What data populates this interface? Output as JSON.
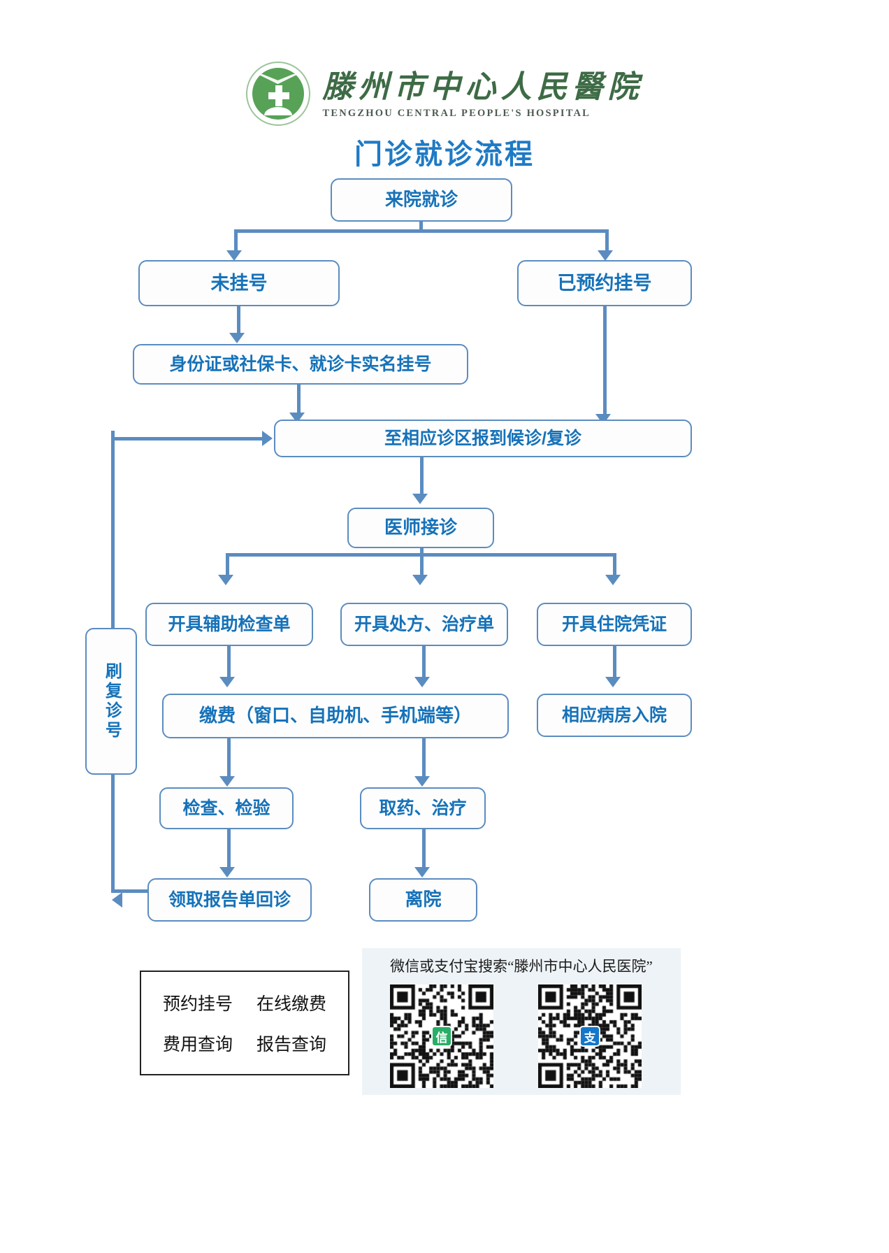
{
  "header": {
    "logo_icon": "hospital-green-cross-logo",
    "hospital_name_cn": "滕州市中心人民醫院",
    "hospital_name_en": "TENGZHOU CENTRAL PEOPLE'S HOSPITAL",
    "logo_green": "#57a257"
  },
  "title": "门诊就诊流程",
  "accent_blue": "#1672b9",
  "line_blue": "#5b8cc0",
  "flow": {
    "start": "来院就诊",
    "not_registered": "未挂号",
    "reserved": "已预约挂号",
    "realname_register": "身份证或社保卡、就诊卡实名挂号",
    "report_to_clinic": "至相应诊区报到候诊/复诊",
    "doctor_consult": "医师接诊",
    "revisit_number": "刷复诊号",
    "branch_exam": "开具辅助检查单",
    "branch_prescription": "开具处方、治疗单",
    "branch_admission": "开具住院凭证",
    "payment": "缴费（窗口、自助机、手机端等）",
    "ward_admit": "相应病房入院",
    "examination": "检查、检验",
    "medicine": "取药、治疗",
    "collect_report": "领取报告单回诊",
    "leave": "离院"
  },
  "services": {
    "row1": [
      "预约挂号",
      "在线缴费"
    ],
    "row2": [
      "费用查询",
      "报告查询"
    ]
  },
  "qr": {
    "caption": "微信或支付宝搜索“滕州市中心人民医院”",
    "left_label": "wechat-qr-code",
    "left_glyph": "信",
    "left_color": "#2aae67",
    "right_label": "alipay-qr-code",
    "right_glyph": "支",
    "right_color": "#1677c9"
  }
}
